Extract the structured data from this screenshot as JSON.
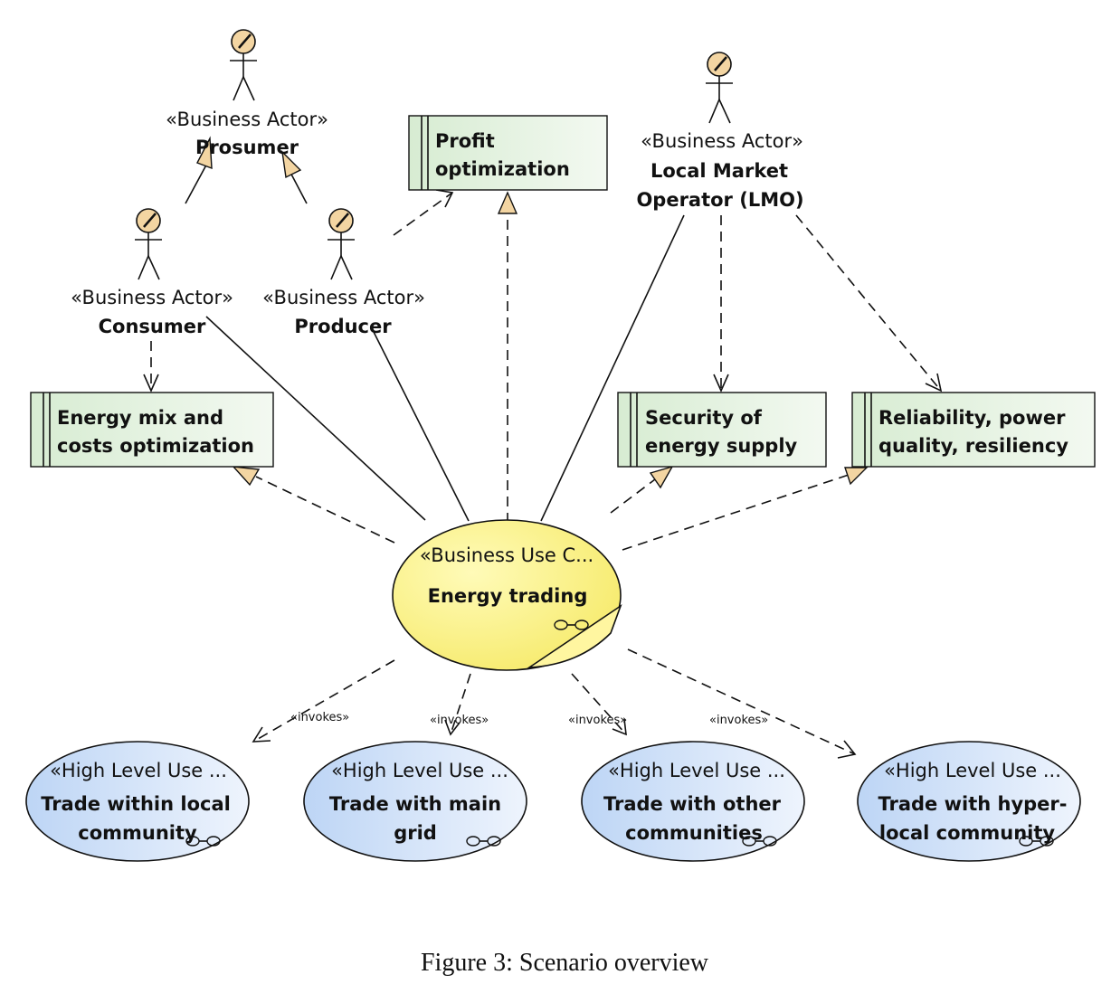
{
  "actors": {
    "prosumer": {
      "stereotype": "«Business Actor»",
      "name": "Prosumer"
    },
    "consumer": {
      "stereotype": "«Business Actor»",
      "name": "Consumer"
    },
    "producer": {
      "stereotype": "«Business Actor»",
      "name": "Producer"
    },
    "lmo": {
      "stereotype": "«Business Actor»",
      "name_line1": "Local Market",
      "name_line2": "Operator (LMO)"
    }
  },
  "goals": {
    "profit": {
      "line1": "Profit",
      "line2": "optimization"
    },
    "energy_mix": {
      "line1": "Energy mix and",
      "line2": "costs optimization"
    },
    "security": {
      "line1": "Security of",
      "line2": "energy supply"
    },
    "reliability": {
      "line1": "Reliability, power",
      "line2": "quality, resiliency"
    }
  },
  "main_use_case": {
    "stereotype": "«Business Use C...",
    "name": "Energy trading"
  },
  "invokes_label": "«invokes»",
  "sub_use_cases": [
    {
      "stereotype": "«High Level Use ...",
      "line1": "Trade within local",
      "line2": "community"
    },
    {
      "stereotype": "«High Level Use ...",
      "line1": "Trade with main",
      "line2": "grid"
    },
    {
      "stereotype": "«High Level Use ...",
      "line1": "Trade with other",
      "line2": "communities"
    },
    {
      "stereotype": "«High Level Use ...",
      "line1": "Trade with hyper-",
      "line2": "local community"
    }
  ],
  "caption": "Figure 3: Scenario overview",
  "colors": {
    "actor_head": "#f3d5a2",
    "goal_fill": "#e6f3e2",
    "main_use_case_fill": "#fdf58a",
    "sub_use_case_fill": "#d5e5fa"
  }
}
